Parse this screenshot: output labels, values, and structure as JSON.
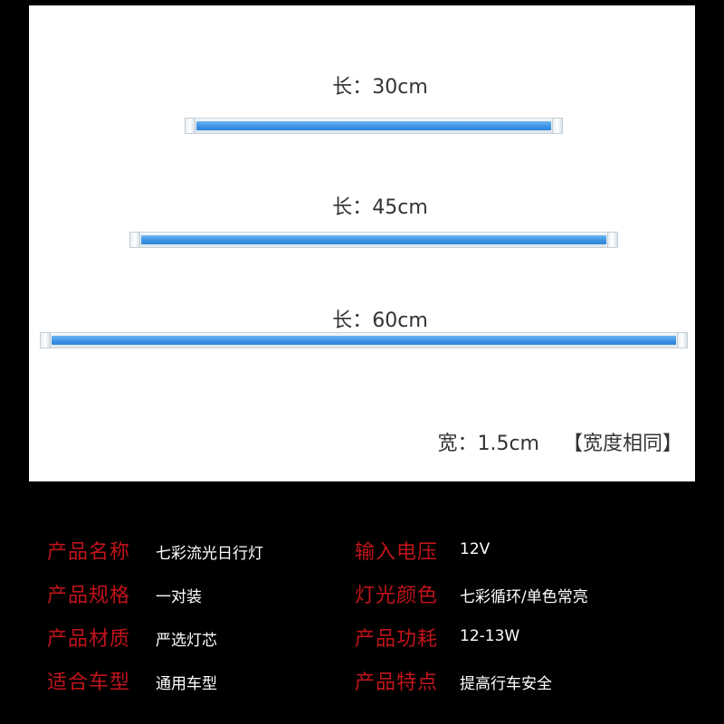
{
  "lengths": [
    {
      "label": "长：30cm"
    },
    {
      "label": "长：45cm"
    },
    {
      "label": "长：60cm"
    }
  ],
  "width_note": {
    "text": "宽：1.5cm",
    "bracket": "【宽度相同】"
  },
  "colors": {
    "led": "#3d94e6",
    "spec_key": "#c0141a",
    "background": "#000000",
    "panel": "#ffffff"
  },
  "specs_left": [
    {
      "key": "产品名称",
      "value": "七彩流光日行灯"
    },
    {
      "key": "产品规格",
      "value": "一对装"
    },
    {
      "key": "产品材质",
      "value": "严选灯芯"
    },
    {
      "key": "适合车型",
      "value": "通用车型"
    }
  ],
  "specs_right": [
    {
      "key": "输入电压",
      "value": "12V"
    },
    {
      "key": "灯光颜色",
      "value": "七彩循环/单色常亮"
    },
    {
      "key": "产品功耗",
      "value": "12-13W"
    },
    {
      "key": "产品特点",
      "value": "提高行车安全"
    }
  ]
}
